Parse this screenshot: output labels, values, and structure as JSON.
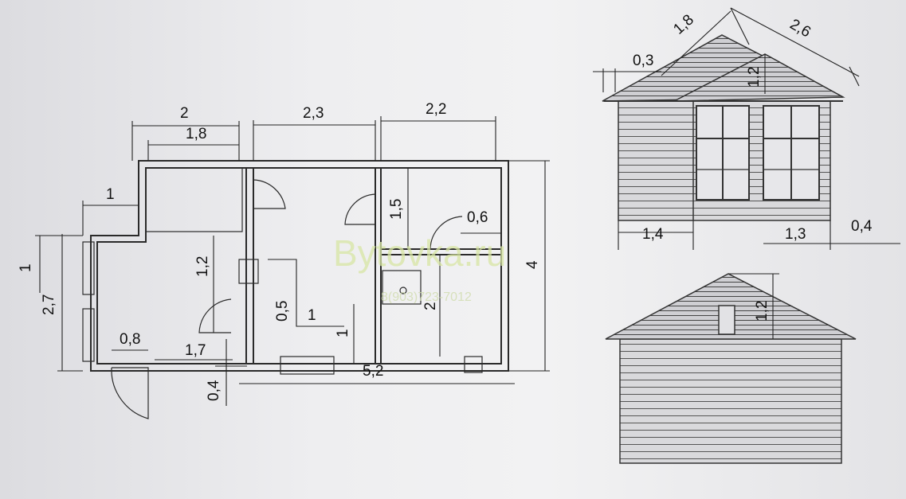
{
  "watermark": {
    "site": "Bytovka.ru",
    "phone": "8(903)723-7012"
  },
  "plan": {
    "dims": {
      "top_left_outer": "2",
      "top_left_inner": "1,8",
      "top_middle": "2,3",
      "top_right": "2,2",
      "left_step": "1",
      "left_offset": "1",
      "left_height": "2,7",
      "room_height": "1,2",
      "door_height": "1,5",
      "door_width": "0,6",
      "stove_offset": "0,5",
      "stove_length": "1",
      "small_height": "1",
      "inner_room": "2",
      "overall_height": "4",
      "porch_door": "0,8",
      "porch_length": "1,7",
      "porch_depth": "0,4",
      "overall_length": "5,2"
    }
  },
  "front_elevation": {
    "dims": {
      "roof_left": "1,8",
      "roof_right": "2,6",
      "roof_overhang": "0,3",
      "roof_rise": "1,2",
      "wall_left": "1,4",
      "wall_right": "1,3",
      "eave": "0,4"
    }
  },
  "side_elevation": {
    "dims": {
      "roof_rise": "1,2"
    }
  }
}
